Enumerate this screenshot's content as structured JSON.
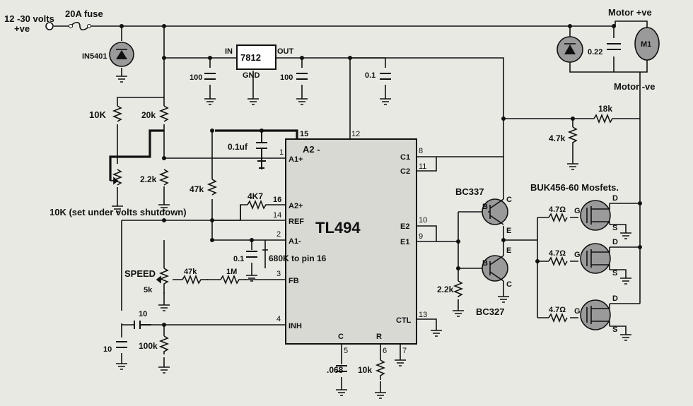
{
  "labels": {
    "supply_volts": "12 -30 volts",
    "supply_pos": "+ve",
    "fuse": "20A fuse",
    "diode_in": "IN5401",
    "reg": "7812",
    "reg_in": "IN",
    "reg_out": "OUT",
    "reg_gnd": "GND",
    "cap_100a": "100",
    "cap_100b": "100",
    "cap_01a": "0.1",
    "motor_pos": "Motor +ve",
    "motor_neg": "Motor -ve",
    "motor": "M1",
    "cap_022": "0.22",
    "r_10k": "10K",
    "r_20k": "20k",
    "r_22k": "2.2k",
    "r_10k_note": "10K (set under volts shutdown)",
    "r_47k": "47k",
    "r_4k7": "4K7",
    "cap_01uf": "0.1uf",
    "a2_minus_note": "A2 -",
    "r_680k": "680K to pin 16",
    "cap_01b": "0.1",
    "speed": "SPEED",
    "r_5k": "5k",
    "r_47k_b": "47k",
    "r_1m": "1M",
    "cap_10a": "10",
    "cap_10b": "10",
    "r_100k": "100k",
    "chip": "TL494",
    "pin_a1p": "A1+",
    "pin_a2p": "A2+",
    "pin_ref": "REF",
    "pin_a1m": "A1-",
    "pin_fb": "FB",
    "pin_inh": "INH",
    "pin_c1": "C1",
    "pin_c2": "C2",
    "pin_e2": "E2",
    "pin_e1": "E1",
    "pin_ctl": "CTL",
    "pin_c": "C",
    "pin_r": "R",
    "cap_068": ".068",
    "r_10k_b": "10k",
    "r_18k": "18k",
    "r_4k7_b": "4.7k",
    "q_bc337": "BC337",
    "q_bc327": "BC327",
    "r_22k_b": "2.2k",
    "mosfets": "BUK456-60 Mosfets.",
    "r_g1": "4.7Ω",
    "r_g2": "4.7Ω",
    "r_g3": "4.7Ω",
    "G": "G",
    "D": "D",
    "S": "S",
    "B": "B",
    "C": "C",
    "E": "E",
    "n1": "1",
    "n2": "2",
    "n3": "3",
    "n4": "4",
    "n5": "5",
    "n6": "6",
    "n7": "7",
    "n8": "8",
    "n9": "9",
    "n10": "10",
    "n11": "11",
    "n12": "12",
    "n13": "13",
    "n14": "14",
    "n15": "15",
    "n16": "16"
  }
}
